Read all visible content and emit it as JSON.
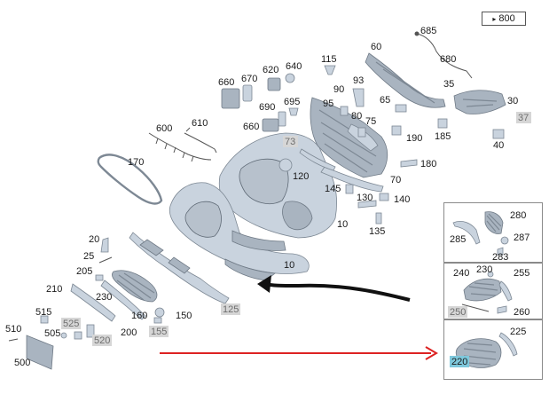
{
  "reference_link": {
    "arrow_glyph": "▸",
    "label": "800"
  },
  "callouts": {
    "c685": "685",
    "c680": "680",
    "c60": "60",
    "c35": "35",
    "c30": "30",
    "c37": "37",
    "c40": "40",
    "c185": "185",
    "c190": "190",
    "c65": "65",
    "c75": "75",
    "c80": "80",
    "c95": "95",
    "c90": "90",
    "c93": "93",
    "c115": "115",
    "c640": "640",
    "c620": "620",
    "c670": "670",
    "c660a": "660",
    "c690": "690",
    "c695": "695",
    "c660b": "660",
    "c610": "610",
    "c600": "600",
    "c73": "73",
    "c120": "120",
    "c180": "180",
    "c170": "170",
    "c145": "145",
    "c130": "130",
    "c140": "140",
    "c135": "135",
    "c70": "70",
    "c10a": "10",
    "c10b": "10",
    "c20": "20",
    "c25": "25",
    "c205": "205",
    "c210": "210",
    "c230a": "230",
    "c160": "160",
    "c150": "150",
    "c125": "125",
    "c155": "155",
    "c200": "200",
    "c515": "515",
    "c525": "525",
    "c510": "510",
    "c505": "505",
    "c520": "520",
    "c500": "500",
    "c280": "280",
    "c285": "285",
    "c287": "287",
    "c283": "283",
    "c240": "240",
    "c230b": "230",
    "c255": "255",
    "c250": "250",
    "c260": "260",
    "c225": "225",
    "c220": "220"
  }
}
